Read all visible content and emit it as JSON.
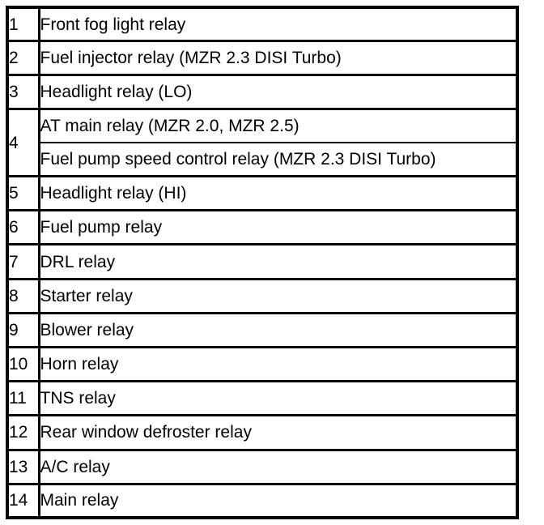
{
  "table": {
    "columns": [
      "number",
      "description"
    ],
    "rows": [
      {
        "number": "1",
        "descriptions": [
          "Front fog light relay"
        ]
      },
      {
        "number": "2",
        "descriptions": [
          "Fuel injector relay (MZR 2.3 DISI Turbo)"
        ]
      },
      {
        "number": "3",
        "descriptions": [
          "Headlight relay (LO)"
        ]
      },
      {
        "number": "4",
        "descriptions": [
          "AT main relay (MZR 2.0, MZR 2.5)",
          "Fuel pump speed control relay (MZR 2.3 DISI Turbo)"
        ]
      },
      {
        "number": "5",
        "descriptions": [
          "Headlight relay (HI)"
        ]
      },
      {
        "number": "6",
        "descriptions": [
          "Fuel pump relay"
        ]
      },
      {
        "number": "7",
        "descriptions": [
          "DRL relay"
        ]
      },
      {
        "number": "8",
        "descriptions": [
          "Starter relay"
        ]
      },
      {
        "number": "9",
        "descriptions": [
          "Blower relay"
        ]
      },
      {
        "number": "10",
        "descriptions": [
          "Horn relay"
        ]
      },
      {
        "number": "11",
        "descriptions": [
          "TNS relay"
        ]
      },
      {
        "number": "12",
        "descriptions": [
          "Rear window defroster relay"
        ]
      },
      {
        "number": "13",
        "descriptions": [
          "A/C relay"
        ]
      },
      {
        "number": "14",
        "descriptions": [
          "Main relay"
        ]
      }
    ]
  },
  "style": {
    "text_color": "#000000",
    "background_color": "#ffffff",
    "border_color": "#000000"
  }
}
